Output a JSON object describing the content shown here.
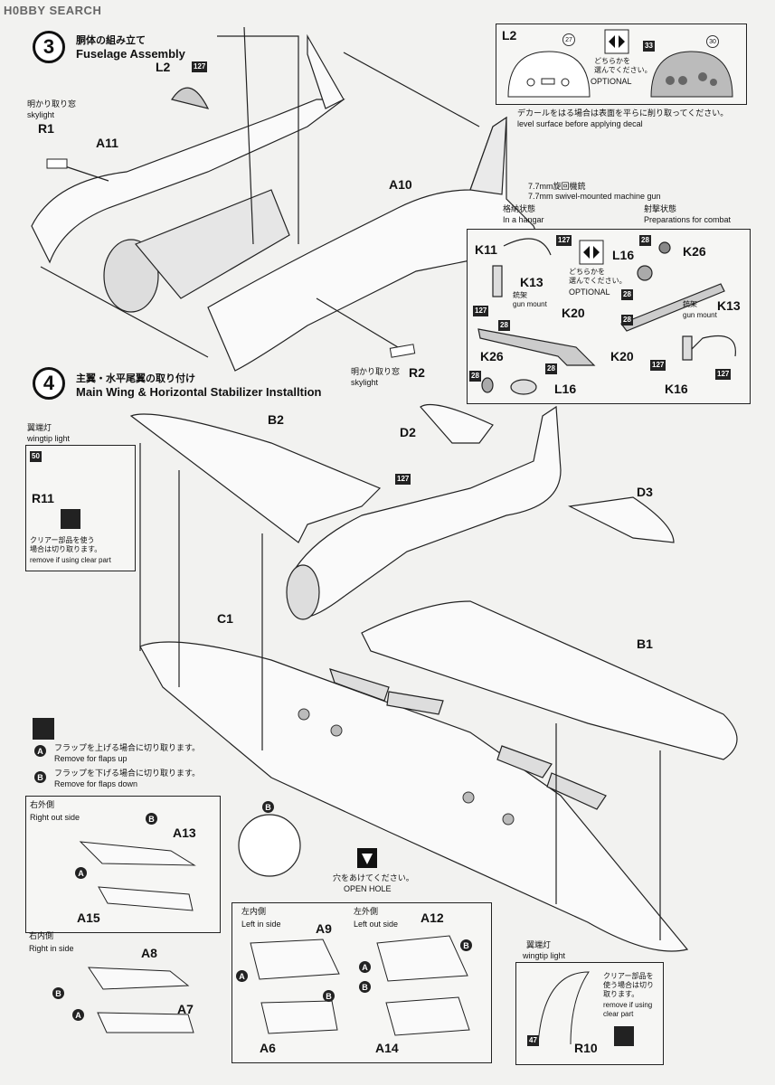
{
  "watermark": {
    "brand": "H0BBY SEARCH"
  },
  "step3": {
    "number": "3",
    "title_jp": "胴体の組み立て",
    "title_en": "Fuselage Assembly"
  },
  "step4": {
    "number": "4",
    "title_jp": "主翼・水平尾翼の取り付け",
    "title_en": "Main Wing & Horizontal Stabilizer Installtion"
  },
  "parts": {
    "L2": "L2",
    "R1": "R1",
    "A11": "A11",
    "A10": "A10",
    "R2": "R2",
    "B2": "B2",
    "D2": "D2",
    "D3": "D3",
    "C1": "C1",
    "B1": "B1",
    "R11": "R11",
    "K11": "K11",
    "K13": "K13",
    "K20": "K20",
    "K26": "K26",
    "L16": "L16",
    "K16": "K16",
    "A13": "A13",
    "A15": "A15",
    "A8": "A8",
    "A7": "A7",
    "A9": "A9",
    "A6": "A6",
    "A12": "A12",
    "A14": "A14",
    "R10": "R10"
  },
  "paint_codes": {
    "p127": "127",
    "p28": "28",
    "p50": "50",
    "p47": "47",
    "p27": "27",
    "p33": "33",
    "p30": "30"
  },
  "skylight_top": {
    "jp": "明かり取り窓",
    "en": "skylight"
  },
  "skylight_bottom": {
    "jp": "明かり取り窓",
    "en": "skylight"
  },
  "decal_panel": {
    "title": "L2",
    "either_jp1": "どちらかを",
    "either_jp2": "選んでください。",
    "optional": "OPTIONAL"
  },
  "decal_note": {
    "jp": "デカールをはる場合は表面を平らに削り取ってください。",
    "en": "level surface before applying decal"
  },
  "mg": {
    "jp": "7.7mm旋回機銃",
    "en": "7.7mm swivel-mounted machine gun",
    "hangar_jp": "格納状態",
    "hangar_en": "In a hangar",
    "combat_jp": "射撃状態",
    "combat_en": "Preparations for combat",
    "either_jp1": "どちらかを",
    "either_jp2": "選んでください。",
    "optional": "OPTIONAL",
    "mount_jp": "銃架",
    "mount_en": "gun mount"
  },
  "wingtip_left": {
    "jp": "翼端灯",
    "en": "wingtip light",
    "clear_jp1": "クリアー部品を使う",
    "clear_jp2": "場合は切り取ります。",
    "clear_en": "remove if using clear part"
  },
  "wingtip_right": {
    "jp": "翼端灯",
    "en": "wingtip light",
    "clear_jp1": "クリアー部品を",
    "clear_jp2": "使う場合は切り",
    "clear_jp3": "取ります。",
    "clear_en1": "remove if using",
    "clear_en2": "clear part"
  },
  "flaps": {
    "a_jp": "フラップを上げる場合に切り取ります。",
    "a_en": "Remove for flaps up",
    "b_jp": "フラップを下げる場合に切り取ります。",
    "b_en": "Remove for flaps down",
    "A": "A",
    "B": "B"
  },
  "open_hole": {
    "jp": "穴をあけてください。",
    "en": "OPEN HOLE"
  },
  "boxes": {
    "right_out": {
      "jp": "右外側",
      "en": "Right out side"
    },
    "right_in": {
      "jp": "右内側",
      "en": "Right in side"
    },
    "left_in": {
      "jp": "左内側",
      "en": "Left in side"
    },
    "left_out": {
      "jp": "左外側",
      "en": "Left out side"
    }
  }
}
